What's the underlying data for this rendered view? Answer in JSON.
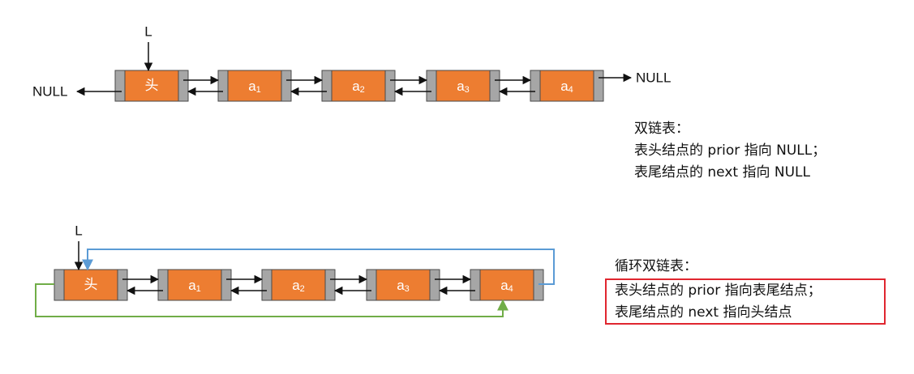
{
  "colors": {
    "node_fill": "#ed7d31",
    "node_border": "#4a4a4a",
    "pointer_cell": "#a6a6a6",
    "arrow": "#111111",
    "loop_forward": "#5b9bd5",
    "loop_backward": "#70ad47",
    "highlight_box": "#e0262f"
  },
  "double_list": {
    "head_pointer": "L",
    "head_node": "头",
    "nodes": [
      {
        "base": "a",
        "sub": "1"
      },
      {
        "base": "a",
        "sub": "2"
      },
      {
        "base": "a",
        "sub": "3"
      },
      {
        "base": "a",
        "sub": "4"
      }
    ],
    "null_left": "NULL",
    "null_right": "NULL"
  },
  "circular_list": {
    "head_pointer": "L",
    "head_node": "头",
    "nodes": [
      {
        "base": "a",
        "sub": "1"
      },
      {
        "base": "a",
        "sub": "2"
      },
      {
        "base": "a",
        "sub": "3"
      },
      {
        "base": "a",
        "sub": "4"
      }
    ]
  },
  "descriptions": {
    "double": {
      "title": "双链表：",
      "lines": [
        "表头结点的 prior 指向 NULL；",
        "表尾结点的 next 指向 NULL"
      ]
    },
    "circular": {
      "title": "循环双链表：",
      "lines": [
        "表头结点的 prior 指向表尾结点；",
        "表尾结点的 next 指向头结点"
      ]
    }
  }
}
